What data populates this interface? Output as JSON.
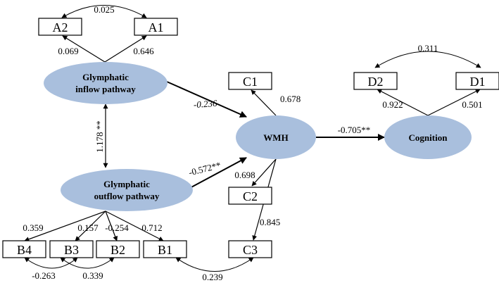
{
  "observed": {
    "A1": "A1",
    "A2": "A2",
    "B1": "B1",
    "B2": "B2",
    "B3": "B3",
    "B4": "B4",
    "C1": "C1",
    "C2": "C2",
    "C3": "C3",
    "D1": "D1",
    "D2": "D2"
  },
  "latent": {
    "inflow": {
      "line1": "Glymphatic",
      "line2": "inflow pathway"
    },
    "outflow": {
      "line1": "Glymphatic",
      "line2": "outflow pathway"
    },
    "wmh": "WMH",
    "cognition": "Cognition"
  },
  "coefficients": {
    "cov_A2_A1": "0.025",
    "inflow_A2": "0.069",
    "inflow_A1": "0.646",
    "cov_inflow_outflow": "1.178 **",
    "inflow_wmh": "-0.236",
    "outflow_wmh": "-0.572**",
    "wmh_C1": "0.678",
    "wmh_C2": "0.698",
    "wmh_C3": "0.845",
    "wmh_cognition": "-0.705**",
    "cov_D2_D1": "0.311",
    "cog_D2": "0.922",
    "cog_D1": "0.501",
    "outflow_B4": "0.359",
    "outflow_B3": "0.157",
    "outflow_B2": "-0.254",
    "outflow_B1": "0.712",
    "cov_B4_B3": "-0.263",
    "cov_B3_B2": "0.339",
    "cov_B1_C3": "0.239"
  },
  "colors": {
    "latent_fill": "#a9bfdd",
    "line": "#000000"
  }
}
